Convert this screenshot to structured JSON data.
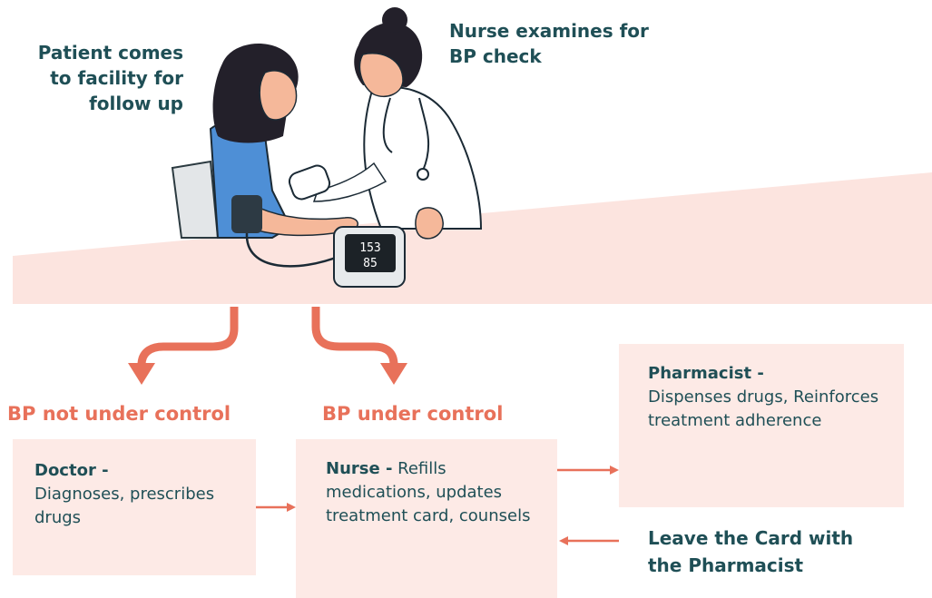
{
  "captions": {
    "patient": "Patient comes to facility for follow up",
    "nurse_exam": "Nurse examines for BP check"
  },
  "monitor": {
    "systolic": "153",
    "diastolic": "85"
  },
  "outcomes": {
    "not_controlled": "BP not under control",
    "controlled": "BP under control"
  },
  "boxes": {
    "doctor": {
      "role": "Doctor -",
      "text": "Diagnoses, prescribes drugs"
    },
    "nurse": {
      "role": "Nurse -",
      "text": "Refills medications, updates treatment card, counsels"
    },
    "pharmacist": {
      "role": "Pharmacist -",
      "text": "Dispenses drugs, Reinforces treatment adherence"
    }
  },
  "leave_card": "Leave the Card with the Pharmacist",
  "colors": {
    "accent": "#e8715a",
    "text": "#1f4f56",
    "box": "#fdeae6",
    "table": "#fce4df"
  }
}
